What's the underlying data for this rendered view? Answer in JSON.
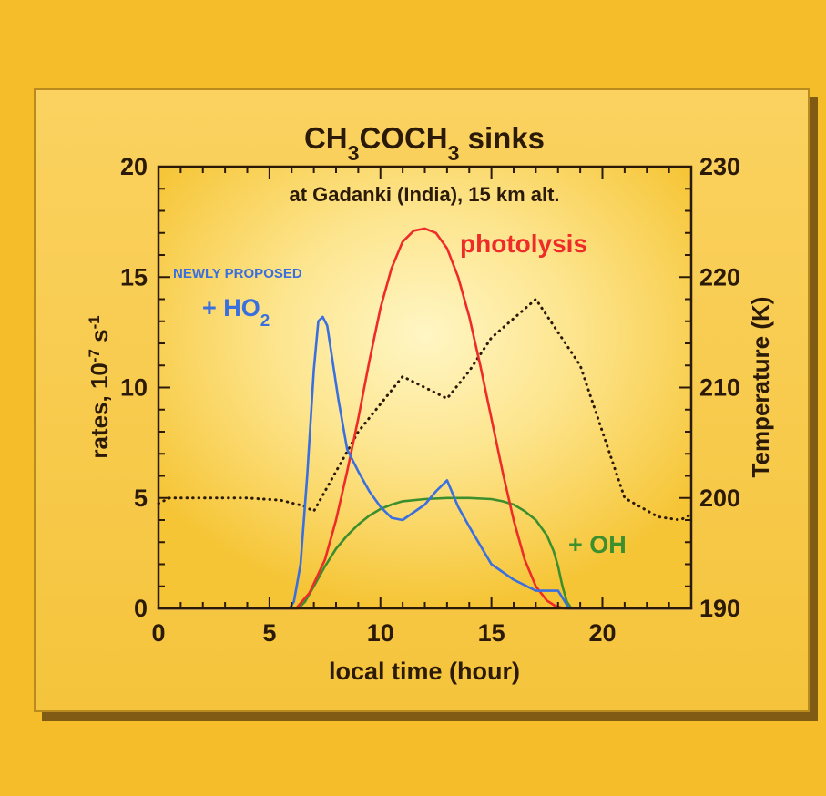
{
  "colors": {
    "page_background": "#f5bd2a",
    "panel_background": "#fbd56a",
    "photolysis": "#ee2b28",
    "ho2": "#3a6fdf",
    "oh": "#3d8f2e",
    "temperature": "#2b1a08",
    "text": "#2b1a08"
  },
  "chart_data": {
    "type": "line",
    "title": {
      "parts": [
        {
          "text": "CH",
          "sub": false
        },
        {
          "text": "3",
          "sub": true
        },
        {
          "text": "COCH",
          "sub": false
        },
        {
          "text": "3",
          "sub": true
        },
        {
          "text": " sinks",
          "sub": false
        }
      ]
    },
    "subtitle": "at Gadanki (India), 15 km alt.",
    "xlabel": "local time (hour)",
    "ylabel": {
      "parts": [
        {
          "text": "rates, 10",
          "sup": false
        },
        {
          "text": "-7",
          "sup": true
        },
        {
          "text": " s",
          "sup": false
        },
        {
          "text": "-1",
          "sup": true
        }
      ]
    },
    "y2label": "Temperature (K)",
    "xlim": [
      0,
      24
    ],
    "ylim": [
      0,
      20
    ],
    "y2lim": [
      190,
      230
    ],
    "xticks": [
      0,
      5,
      10,
      15,
      20
    ],
    "yticks": [
      0,
      5,
      10,
      15,
      20
    ],
    "y2ticks": [
      190,
      200,
      210,
      220,
      230
    ],
    "grid": false,
    "series": [
      {
        "key": "photolysis",
        "axis": "left",
        "style": "solid",
        "x": [
          0,
          6.2,
          6.8,
          7.5,
          8.0,
          8.5,
          9.0,
          9.5,
          10.0,
          10.5,
          11.0,
          11.5,
          12.0,
          12.5,
          13.0,
          13.5,
          14.0,
          14.5,
          15.0,
          15.5,
          16.0,
          16.5,
          17.0,
          17.5,
          17.9,
          18.3,
          24
        ],
        "values": [
          0,
          0,
          0.7,
          2.2,
          4.0,
          6.2,
          8.6,
          11.2,
          13.6,
          15.4,
          16.6,
          17.1,
          17.2,
          17.0,
          16.3,
          15.0,
          13.2,
          11.0,
          8.6,
          6.2,
          4.0,
          2.2,
          1.0,
          0.35,
          0.1,
          0,
          0
        ]
      },
      {
        "key": "ho2",
        "axis": "left",
        "style": "solid",
        "x": [
          0,
          5.9,
          6.1,
          6.4,
          6.7,
          7.0,
          7.2,
          7.4,
          7.6,
          7.8,
          8.1,
          8.5,
          9.0,
          9.5,
          10.0,
          10.5,
          11.0,
          12.0,
          12.5,
          13.0,
          13.5,
          14.0,
          15.0,
          16.0,
          17.0,
          17.5,
          18.0,
          18.5,
          24
        ],
        "values": [
          0,
          0,
          0.3,
          2.0,
          6.0,
          10.8,
          13.0,
          13.2,
          12.8,
          11.5,
          9.5,
          7.2,
          6.2,
          5.3,
          4.6,
          4.1,
          4.0,
          4.7,
          5.3,
          5.8,
          4.6,
          3.7,
          2.0,
          1.3,
          0.8,
          0.8,
          0.8,
          0,
          0
        ]
      },
      {
        "key": "oh",
        "axis": "left",
        "style": "solid",
        "x": [
          0,
          6.3,
          6.6,
          7.0,
          7.5,
          8.0,
          8.5,
          9.0,
          9.5,
          10.0,
          10.5,
          11.0,
          12.0,
          13.0,
          14.0,
          15.0,
          15.5,
          16.0,
          16.5,
          17.0,
          17.5,
          17.8,
          18.0,
          18.2,
          18.4,
          18.6,
          24
        ],
        "values": [
          0,
          0,
          0.3,
          1.0,
          1.9,
          2.7,
          3.3,
          3.8,
          4.2,
          4.5,
          4.7,
          4.85,
          4.95,
          5.0,
          5.0,
          4.95,
          4.85,
          4.7,
          4.4,
          4.0,
          3.3,
          2.6,
          1.9,
          1.0,
          0.3,
          0,
          0
        ]
      },
      {
        "key": "temperature",
        "axis": "right",
        "style": "dotted",
        "x": [
          0,
          0.5,
          2,
          4,
          5.5,
          6.5,
          7,
          9,
          11,
          13,
          14,
          15,
          17,
          19,
          21,
          22.5,
          23.5,
          24
        ],
        "values": [
          199.5,
          200,
          200,
          200,
          199.8,
          199.3,
          198.8,
          206,
          211,
          209,
          211.5,
          214.5,
          218,
          212,
          200,
          198.3,
          198,
          198.5
        ]
      }
    ],
    "annotations": [
      {
        "key": "newly_proposed",
        "text": "NEWLY PROPOSED",
        "color_key": "ho2"
      },
      {
        "key": "ho2_label",
        "parts": [
          {
            "text": "+ HO",
            "sub": false
          },
          {
            "text": "2",
            "sub": true
          }
        ],
        "color_key": "ho2"
      },
      {
        "key": "photolysis_label",
        "text": "photolysis",
        "color_key": "photolysis"
      },
      {
        "key": "oh_label",
        "text": "+ OH",
        "color_key": "oh"
      }
    ]
  }
}
